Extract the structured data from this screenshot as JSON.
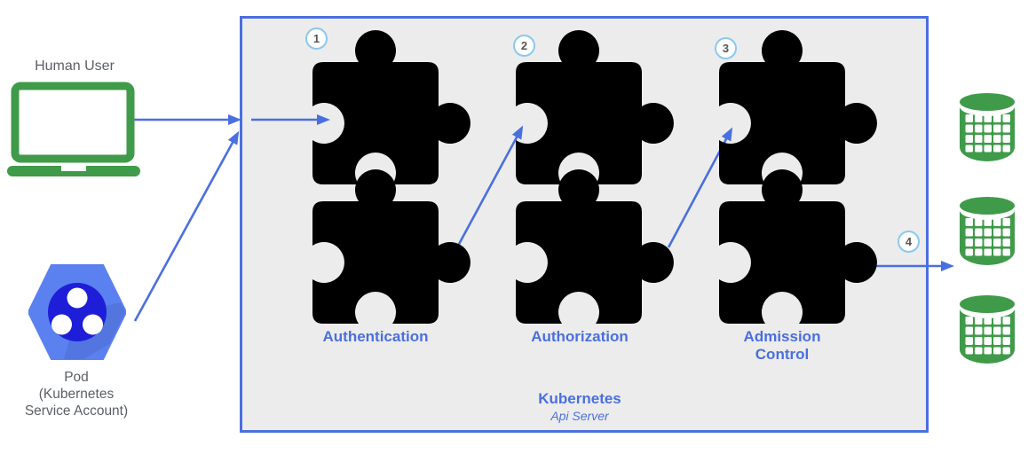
{
  "colors": {
    "blue": "#4a6fe0",
    "ring": "#8bc8ee",
    "green": "#3f9b4a",
    "gray-text": "#5c6065",
    "box-bg": "#ececec",
    "pod-hex": "#5b80f0",
    "pod-core": "#1e1ed9",
    "badge-num": "#555555"
  },
  "actors": {
    "human": {
      "label": "Human User",
      "icon": "laptop-icon"
    },
    "pod": {
      "icon": "kubernetes-pod-hexagon-icon",
      "lines": [
        "Pod",
        "(Kubernetes",
        "Service Account)"
      ]
    }
  },
  "api_server_box": {
    "title": "Kubernetes",
    "subtitle": "Api Server",
    "stages": [
      {
        "step": "1",
        "label": "Authentication",
        "icon": "puzzle-piece-icon"
      },
      {
        "step": "2",
        "label": "Authorization",
        "icon": "puzzle-piece-icon"
      },
      {
        "step": "3",
        "label": "Admission Control",
        "icon": "puzzle-piece-icon"
      }
    ],
    "output_step": "4"
  },
  "storage": {
    "icon": "database-icon",
    "items": [
      "database",
      "database",
      "database"
    ]
  }
}
